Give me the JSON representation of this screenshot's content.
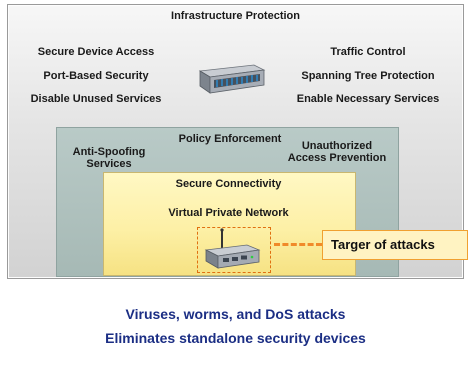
{
  "infrastructure": {
    "title": "Infrastructure Protection",
    "left_items": [
      "Secure Device Access",
      "Port-Based Security",
      "Disable Unused Services"
    ],
    "right_items": [
      "Traffic Control",
      "Spanning Tree Protection",
      "Enable Necessary Services"
    ],
    "device_icon": "switch-icon"
  },
  "policy": {
    "title": "Policy Enforcement",
    "left_label": "Anti-Spoofing\nServices",
    "right_label": "Unauthorized\nAccess Prevention"
  },
  "secure": {
    "title": "Secure Connectivity",
    "vpn_label": "Virtual Private Network",
    "device_icon": "router-icon"
  },
  "callout": {
    "text": "Targer of attacks"
  },
  "captions": [
    "Viruses, worms, and DoS attacks",
    "Eliminates standalone security devices"
  ],
  "colors": {
    "infra_bg": "#dcdcdc",
    "policy_bg": "#aebfbc",
    "secure_bg": "#fdf0a6",
    "accent_orange": "#f08a2a",
    "caption_blue": "#1b2e84"
  }
}
